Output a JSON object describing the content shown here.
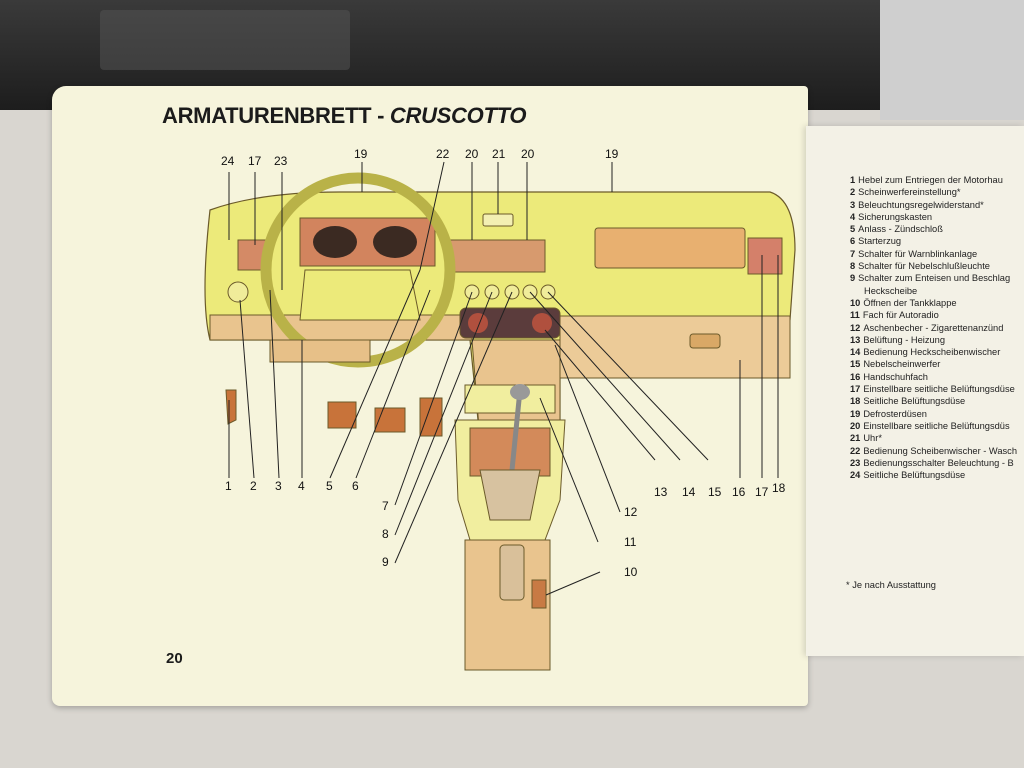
{
  "page": {
    "title_main": "ARMATURENBRETT - ",
    "title_italic": "CRUSCOTTO",
    "page_number": "20"
  },
  "callouts": {
    "top": [
      "24",
      "17",
      "23",
      "19",
      "22",
      "20",
      "21",
      "20",
      "19"
    ],
    "bottom": [
      "1",
      "2",
      "3",
      "4",
      "5",
      "6",
      "16",
      "17",
      "18",
      "13",
      "14",
      "15",
      "12",
      "11",
      "10",
      "7",
      "8",
      "9"
    ]
  },
  "legend": [
    {
      "num": "1",
      "text": "Hebel zum Entriegen der Motorhau"
    },
    {
      "num": "2",
      "text": "Scheinwerfereinstellung*"
    },
    {
      "num": "3",
      "text": "Beleuchtungsregelwiderstand*"
    },
    {
      "num": "4",
      "text": "Sicherungskasten"
    },
    {
      "num": "5",
      "text": "Anlass - Zündschloß"
    },
    {
      "num": "6",
      "text": "Starterzug"
    },
    {
      "num": "7",
      "text": "Schalter für Warnblinkanlage"
    },
    {
      "num": "8",
      "text": "Schalter für Nebelschlußleuchte"
    },
    {
      "num": "9",
      "text": "Schalter zum Enteisen und Beschlag",
      "cont": "Heckscheibe"
    },
    {
      "num": "10",
      "text": "Öffnen der Tankklappe"
    },
    {
      "num": "11",
      "text": "Fach für Autoradio"
    },
    {
      "num": "12",
      "text": "Aschenbecher - Zigarettenanzünd"
    },
    {
      "num": "13",
      "text": "Belüftung - Heizung"
    },
    {
      "num": "14",
      "text": "Bedienung Heckscheibenwischer"
    },
    {
      "num": "15",
      "text": "Nebelscheinwerfer"
    },
    {
      "num": "16",
      "text": "Handschuhfach"
    },
    {
      "num": "17",
      "text": "Einstellbare seitliche Belüftungsdüse"
    },
    {
      "num": "18",
      "text": "Seitliche Belüftungsdüse"
    },
    {
      "num": "19",
      "text": "Defrosterdüsen"
    },
    {
      "num": "20",
      "text": "Einstellbare seitliche Belüftungsdüs"
    },
    {
      "num": "21",
      "text": "Uhr*"
    },
    {
      "num": "22",
      "text": "Bedienung Scheibenwischer - Wasch"
    },
    {
      "num": "23",
      "text": "Bedienungsschalter Beleuchtung - B"
    },
    {
      "num": "24",
      "text": "Seitliche Belüftungsdüse"
    }
  ],
  "footnote": "* Je nach Ausstattung"
}
